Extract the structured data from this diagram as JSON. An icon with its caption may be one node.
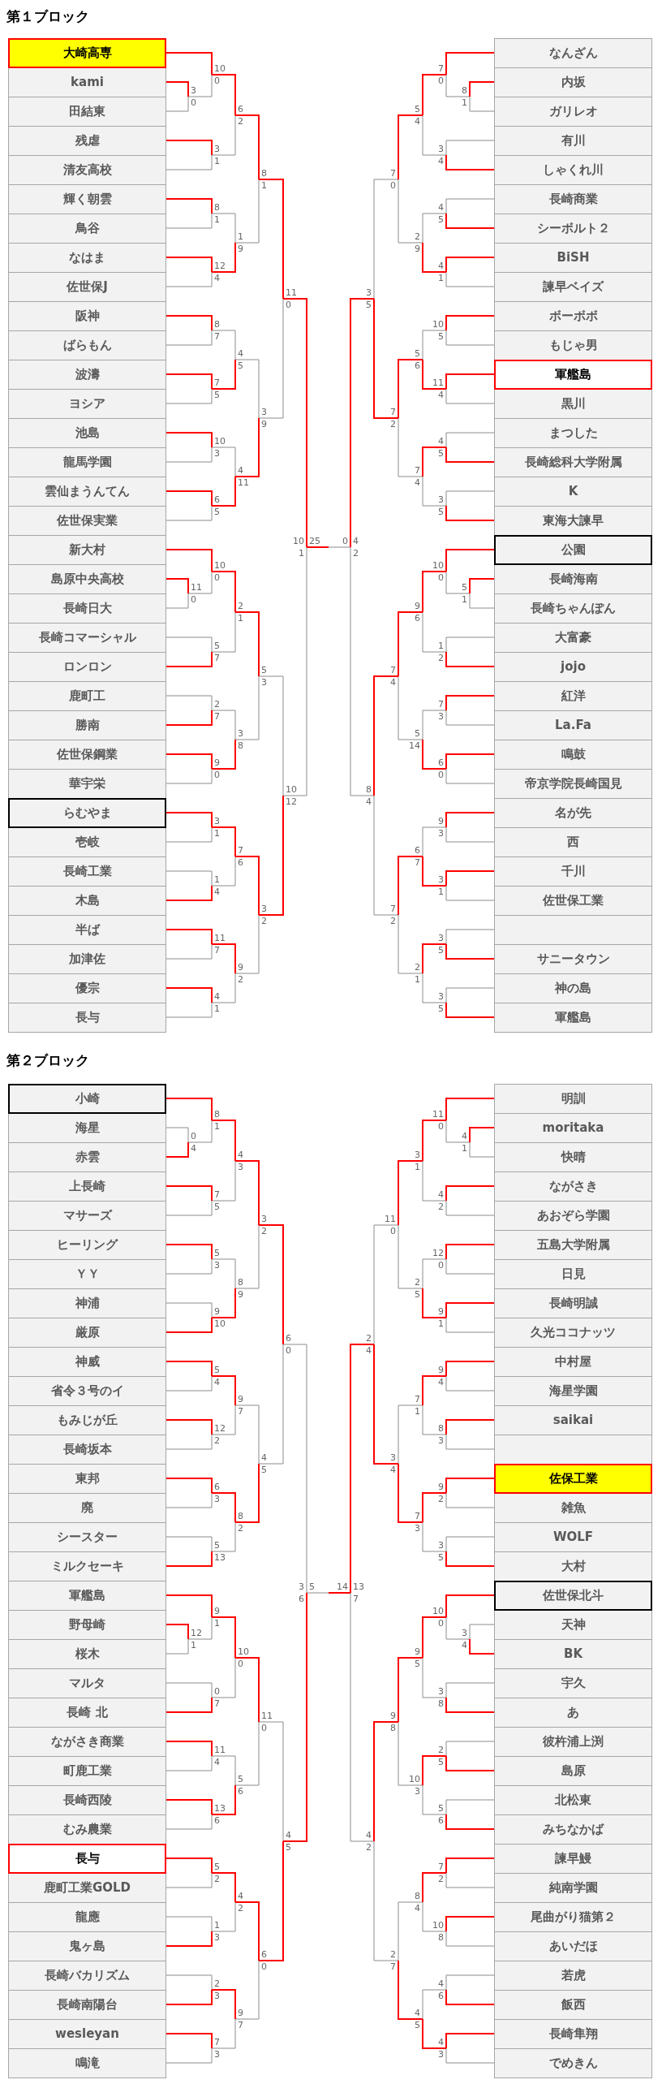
{
  "diagram": {
    "nodes": [
      {
        "text": [
          "大崎高専"
        ]
      },
      {
        "text": [
          "kami"
        ]
      },
      {
        "text": [
          "田結東"
        ]
      },
      {
        "text": [
          "残虐"
        ]
      },
      {
        "text": [
          "清友高校"
        ]
      },
      {
        "text": [
          "輝く朝雲"
        ]
      },
      {
        "text": [
          "鳥谷"
        ]
      },
      {
        "text": [
          "なはま"
        ]
      },
      {
        "text": [
          "佐世保J"
        ]
      },
      {
        "text": [
          "阪神"
        ]
      },
      {
        "text": [
          "ばらもん"
        ]
      },
      {
        "text": [
          "波濤"
        ]
      },
      {
        "text": [
          "ヨシア"
        ]
      },
      {
        "text": [
          "池島"
        ]
      },
      {
        "text": [
          "龍馬学園"
        ]
      },
      {
        "text": [
          "雲仙まうんてん"
        ]
      },
      {
        "text": [
          "佐世保実業"
        ]
      },
      {
        "text": [
          "新大村"
        ]
      },
      {
        "text": [
          "島原中央高校"
        ]
      },
      {
        "text": [
          "長崎日大"
        ]
      },
      {
        "text": [
          "長崎コマーシャル"
        ]
      },
      {
        "text": [
          "ロンロン"
        ]
      },
      {
        "text": [
          "鹿町工"
        ]
      },
      {
        "text": [
          "勝南"
        ]
      },
      {
        "text": [
          "佐世保鋼業"
        ]
      },
      {
        "text": [
          "華宇栄"
        ]
      },
      {
        "text": [
          "らむやま"
        ]
      },
      {
        "text": [
          "壱岐"
        ]
      },
      {
        "text": [
          "長崎工業"
        ]
      },
      {
        "text": [
          "木島"
        ]
      },
      {
        "text": [
          "半ば"
        ]
      },
      {
        "text": [
          "加津佐"
        ]
      },
      {
        "text": [
          "優宗"
        ]
      },
      {
        "text": [
          "長与"
        ]
      },
      {
        "text": [
          "なんざん"
        ]
      },
      {
        "text": [
          "内坂"
        ]
      },
      {
        "text": [
          "ガリレオ"
        ]
      },
      {
        "text": [
          "有川"
        ]
      },
      {
        "text": [
          "しゃくれ川"
        ]
      },
      {
        "text": [
          "長崎商業"
        ]
      },
      {
        "text": [
          "シーボルト２"
        ]
      },
      {
        "text": [
          "BiSH"
        ]
      },
      {
        "text": [
          "諫早ベイズ"
        ]
      },
      {
        "text": [
          "ボーボボ"
        ]
      },
      {
        "text": [
          "もじゃ男"
        ]
      },
      {
        "text": [
          "軍艦島"
        ]
      },
      {
        "text": [
          "黒川"
        ]
      },
      {
        "text": [
          "まつした"
        ]
      },
      {
        "text": [
          "長崎総科大学附属"
        ]
      },
      {
        "text": [
          "K"
        ]
      },
      {
        "text": [
          "東海大諫早"
        ]
      },
      {
        "text": [
          "公園"
        ]
      },
      {
        "text": [
          "長崎海南"
        ]
      },
      {
        "text": [
          "長崎ちゃんぽん"
        ]
      },
      {
        "text": [
          "大富豪"
        ]
      },
      {
        "text": [
          "jojo"
        ]
      },
      {
        "text": [
          "紅洋"
        ]
      },
      {
        "text": [
          "La.Fa"
        ]
      },
      {
        "text": [
          "鳴鼓"
        ]
      },
      {
        "text": [
          "帝京学院長崎国見"
        ]
      },
      {
        "text": [
          "名が先"
        ]
      },
      {
        "text": [
          "西"
        ]
      },
      {
        "text": [
          "千川"
        ]
      },
      {
        "text": [
          "佐世保工業"
        ]
      },
      {
        "text": [],
        "shape": "box"
      },
      {
        "text": [
          "サニータウン"
        ]
      },
      {
        "text": [
          "神の島"
        ]
      },
      {
        "text": [
          "軍艦島"
        ]
      },
      {
        "text": [
          "小崎"
        ]
      },
      {
        "text": [
          "海星"
        ]
      },
      {
        "text": [
          "赤雲"
        ]
      },
      {
        "text": [
          "上長崎"
        ]
      },
      {
        "text": [
          "マサーズ"
        ]
      },
      {
        "text": [
          "ヒーリング"
        ]
      },
      {
        "text": [
          "ＹＹ"
        ]
      },
      {
        "text": [
          "神浦"
        ]
      },
      {
        "text": [
          "厳原"
        ]
      },
      {
        "text": [
          "神威"
        ]
      },
      {
        "text": [
          "省令３号のイ"
        ]
      },
      {
        "text": [
          "もみじが丘"
        ]
      },
      {
        "text": [
          "長崎坂本"
        ]
      },
      {
        "text": [
          "東邦"
        ]
      },
      {
        "text": [
          "廃"
        ]
      },
      {
        "text": [
          "シースター"
        ]
      },
      {
        "text": [
          "ミルクセーキ"
        ]
      },
      {
        "text": [
          "軍艦島"
        ]
      },
      {
        "text": [
          "野母崎"
        ]
      },
      {
        "text": [
          "桜木"
        ]
      },
      {
        "text": [
          "マルタ"
        ]
      },
      {
        "text": [
          "長崎 北"
        ]
      },
      {
        "text": [
          "ながさき商業"
        ]
      },
      {
        "text": [
          "町鹿工業"
        ]
      },
      {
        "text": [
          "長崎西陵"
        ]
      },
      {
        "text": [
          "むみ農業"
        ]
      },
      {
        "text": [
          "長与"
        ]
      },
      {
        "text": [
          "鹿町工業GOLD"
        ]
      },
      {
        "text": [
          "龍應"
        ]
      },
      {
        "text": [
          "鬼ヶ島"
        ]
      },
      {
        "text": [
          "長崎バカリズム"
        ]
      },
      {
        "text": [
          "長崎南陽台"
        ]
      },
      {
        "text": [
          "wesleyan"
        ]
      },
      {
        "text": [
          "鳴滝"
        ]
      },
      {
        "text": [
          "明訓"
        ]
      },
      {
        "text": [
          "moritaka"
        ]
      },
      {
        "text": [
          "快晴"
        ]
      },
      {
        "text": [
          "ながさき"
        ]
      },
      {
        "text": [
          "あおぞら学園"
        ]
      },
      {
        "text": [
          "五島大学附属"
        ]
      },
      {
        "text": [
          "日見"
        ]
      },
      {
        "text": [
          "長崎明誠"
        ]
      },
      {
        "text": [
          "久光ココナッツ"
        ]
      },
      {
        "text": [
          "中村屋"
        ]
      },
      {
        "text": [
          "海星学園"
        ]
      },
      {
        "text": [
          "saikai"
        ]
      },
      {
        "text": [],
        "shape": "box"
      },
      {
        "text": [
          "佐保工業"
        ]
      },
      {
        "text": [
          "雑魚"
        ]
      },
      {
        "text": [
          "WOLF"
        ]
      },
      {
        "text": [
          "大村"
        ]
      },
      {
        "text": [
          "佐世保北斗"
        ]
      },
      {
        "text": [
          "天神"
        ]
      },
      {
        "text": [
          "BK"
        ]
      },
      {
        "text": [
          "宇久"
        ]
      },
      {
        "text": [
          "あ"
        ]
      },
      {
        "text": [
          "彼杵浦上渕"
        ]
      },
      {
        "text": [
          "島原"
        ]
      },
      {
        "text": [
          "北松東"
        ]
      },
      {
        "text": [
          "みちなかば"
        ]
      },
      {
        "text": [
          "諫早鰻"
        ]
      },
      {
        "text": [
          "純南学園"
        ]
      },
      {
        "text": [
          "尾曲がり猫第２"
        ]
      },
      {
        "text": [
          "あいだほ"
        ]
      },
      {
        "text": [
          "若虎"
        ]
      },
      {
        "text": [
          "飯西"
        ]
      },
      {
        "text": [
          "長崎隼翔"
        ]
      },
      {
        "text": [
          "でめきん"
        ]
      }
    ],
    "labels": [
      "第１ブロック",
      "3",
      "0",
      "10",
      "0",
      "3",
      "1",
      "6",
      "2",
      "8",
      "1",
      "12",
      "4",
      "1",
      "9",
      "8",
      "1",
      "8",
      "7",
      "7",
      "5",
      "4",
      "5",
      "10",
      "3",
      "6",
      "5",
      "4",
      "11",
      "3",
      "9",
      "11",
      "0",
      "11",
      "0",
      "10",
      "0",
      "5",
      "7",
      "2",
      "1",
      "2",
      "7",
      "9",
      "0",
      "3",
      "8",
      "5",
      "3",
      "3",
      "1",
      "1",
      "4",
      "7",
      "6",
      "11",
      "7",
      "4",
      "1",
      "9",
      "2",
      "3",
      "2",
      "10",
      "12",
      "10",
      "1",
      "25",
      "0",
      "8",
      "1",
      "7",
      "0",
      "3",
      "4",
      "5",
      "4",
      "4",
      "5",
      "4",
      "1",
      "2",
      "9",
      "7",
      "0",
      "10",
      "5",
      "11",
      "4",
      "5",
      "6",
      "4",
      "5",
      "3",
      "5",
      "7",
      "4",
      "7",
      "2",
      "3",
      "5",
      "5",
      "1",
      "10",
      "0",
      "1",
      "2",
      "9",
      "6",
      "7",
      "3",
      "6",
      "0",
      "5",
      "14",
      "7",
      "4",
      "9",
      "3",
      "3",
      "1",
      "6",
      "7",
      "3",
      "5",
      "3",
      "5",
      "2",
      "1",
      "7",
      "2",
      "8",
      "4",
      "4",
      "2",
      "第２ブロック",
      "0",
      "4",
      "8",
      "1",
      "7",
      "5",
      "4",
      "3",
      "5",
      "3",
      "9",
      "10",
      "8",
      "9",
      "3",
      "2",
      "5",
      "4",
      "12",
      "2",
      "9",
      "7",
      "6",
      "3",
      "5",
      "13",
      "8",
      "2",
      "4",
      "5",
      "6",
      "0",
      "12",
      "1",
      "9",
      "1",
      "0",
      "7",
      "10",
      "0",
      "11",
      "4",
      "13",
      "6",
      "5",
      "6",
      "11",
      "0",
      "5",
      "2",
      "1",
      "3",
      "4",
      "2",
      "2",
      "3",
      "7",
      "3",
      "9",
      "7",
      "6",
      "0",
      "4",
      "5",
      "3",
      "6",
      "5",
      "14",
      "4",
      "1",
      "11",
      "0",
      "4",
      "2",
      "3",
      "1",
      "12",
      "0",
      "9",
      "1",
      "2",
      "5",
      "11",
      "0",
      "9",
      "4",
      "8",
      "3",
      "7",
      "1",
      "9",
      "2",
      "3",
      "5",
      "7",
      "3",
      "3",
      "4",
      "2",
      "4",
      "3",
      "4",
      "10",
      "0",
      "3",
      "8",
      "9",
      "5",
      "2",
      "5",
      "5",
      "6",
      "10",
      "3",
      "9",
      "8",
      "7",
      "2",
      "10",
      "8",
      "8",
      "4",
      "4",
      "6",
      "4",
      "3",
      "4",
      "5",
      "2",
      "7",
      "4",
      "2",
      "13",
      "7"
    ]
  }
}
